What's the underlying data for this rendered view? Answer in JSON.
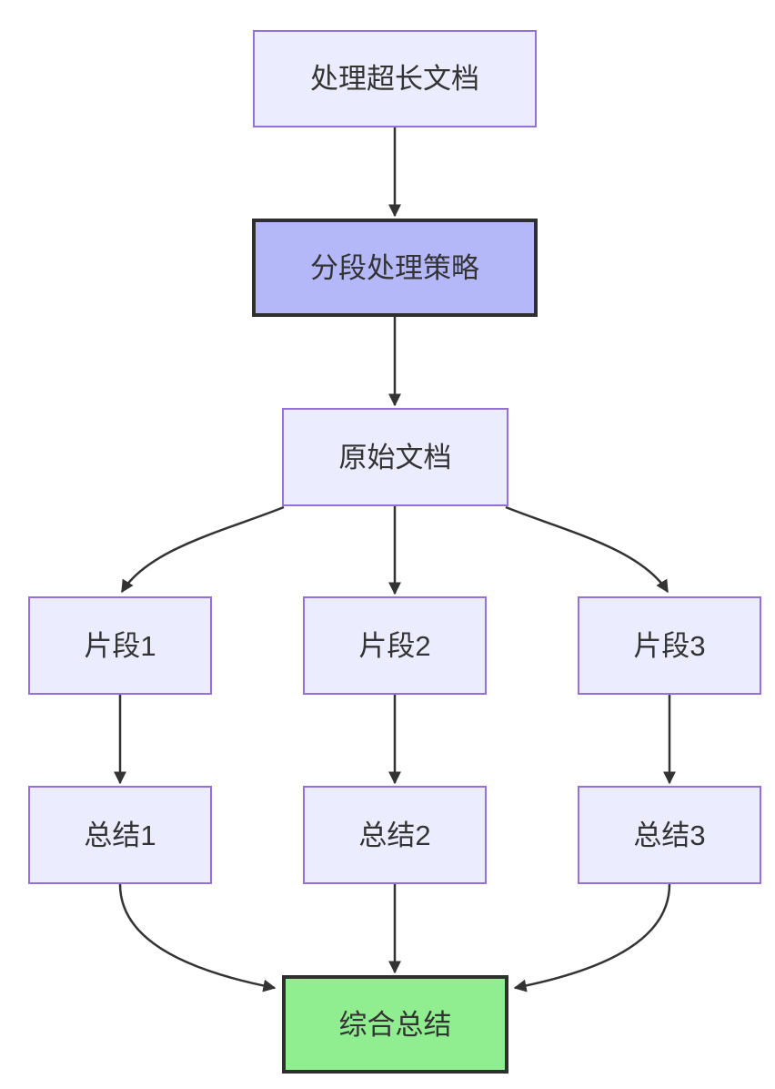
{
  "diagram": {
    "type": "flowchart",
    "direction": "top-down",
    "nodes": [
      {
        "id": "A",
        "label": "处理超长文档",
        "style": "lavender"
      },
      {
        "id": "B",
        "label": "分段处理策略",
        "style": "purple-emphasis"
      },
      {
        "id": "C",
        "label": "原始文档",
        "style": "lavender"
      },
      {
        "id": "D",
        "label": "片段1",
        "style": "lavender"
      },
      {
        "id": "E",
        "label": "片段2",
        "style": "lavender"
      },
      {
        "id": "F",
        "label": "片段3",
        "style": "lavender"
      },
      {
        "id": "G",
        "label": "总结1",
        "style": "lavender"
      },
      {
        "id": "H",
        "label": "总结2",
        "style": "lavender"
      },
      {
        "id": "I",
        "label": "总结3",
        "style": "lavender"
      },
      {
        "id": "J",
        "label": "综合总结",
        "style": "green-emphasis"
      }
    ],
    "edges": [
      {
        "from": "A",
        "to": "B"
      },
      {
        "from": "B",
        "to": "C"
      },
      {
        "from": "C",
        "to": "D"
      },
      {
        "from": "C",
        "to": "E"
      },
      {
        "from": "C",
        "to": "F"
      },
      {
        "from": "D",
        "to": "G"
      },
      {
        "from": "E",
        "to": "H"
      },
      {
        "from": "F",
        "to": "I"
      },
      {
        "from": "G",
        "to": "J"
      },
      {
        "from": "H",
        "to": "J"
      },
      {
        "from": "I",
        "to": "J"
      }
    ],
    "colors": {
      "node_fill": "#ececff",
      "node_border": "#9370db",
      "emphasis_purple_fill": "#b5b8f8",
      "emphasis_green_fill": "#90ee90",
      "emphasis_border": "#2f2f2f",
      "edge_stroke": "#333333",
      "text": "#333333",
      "background": "#ffffff"
    }
  }
}
